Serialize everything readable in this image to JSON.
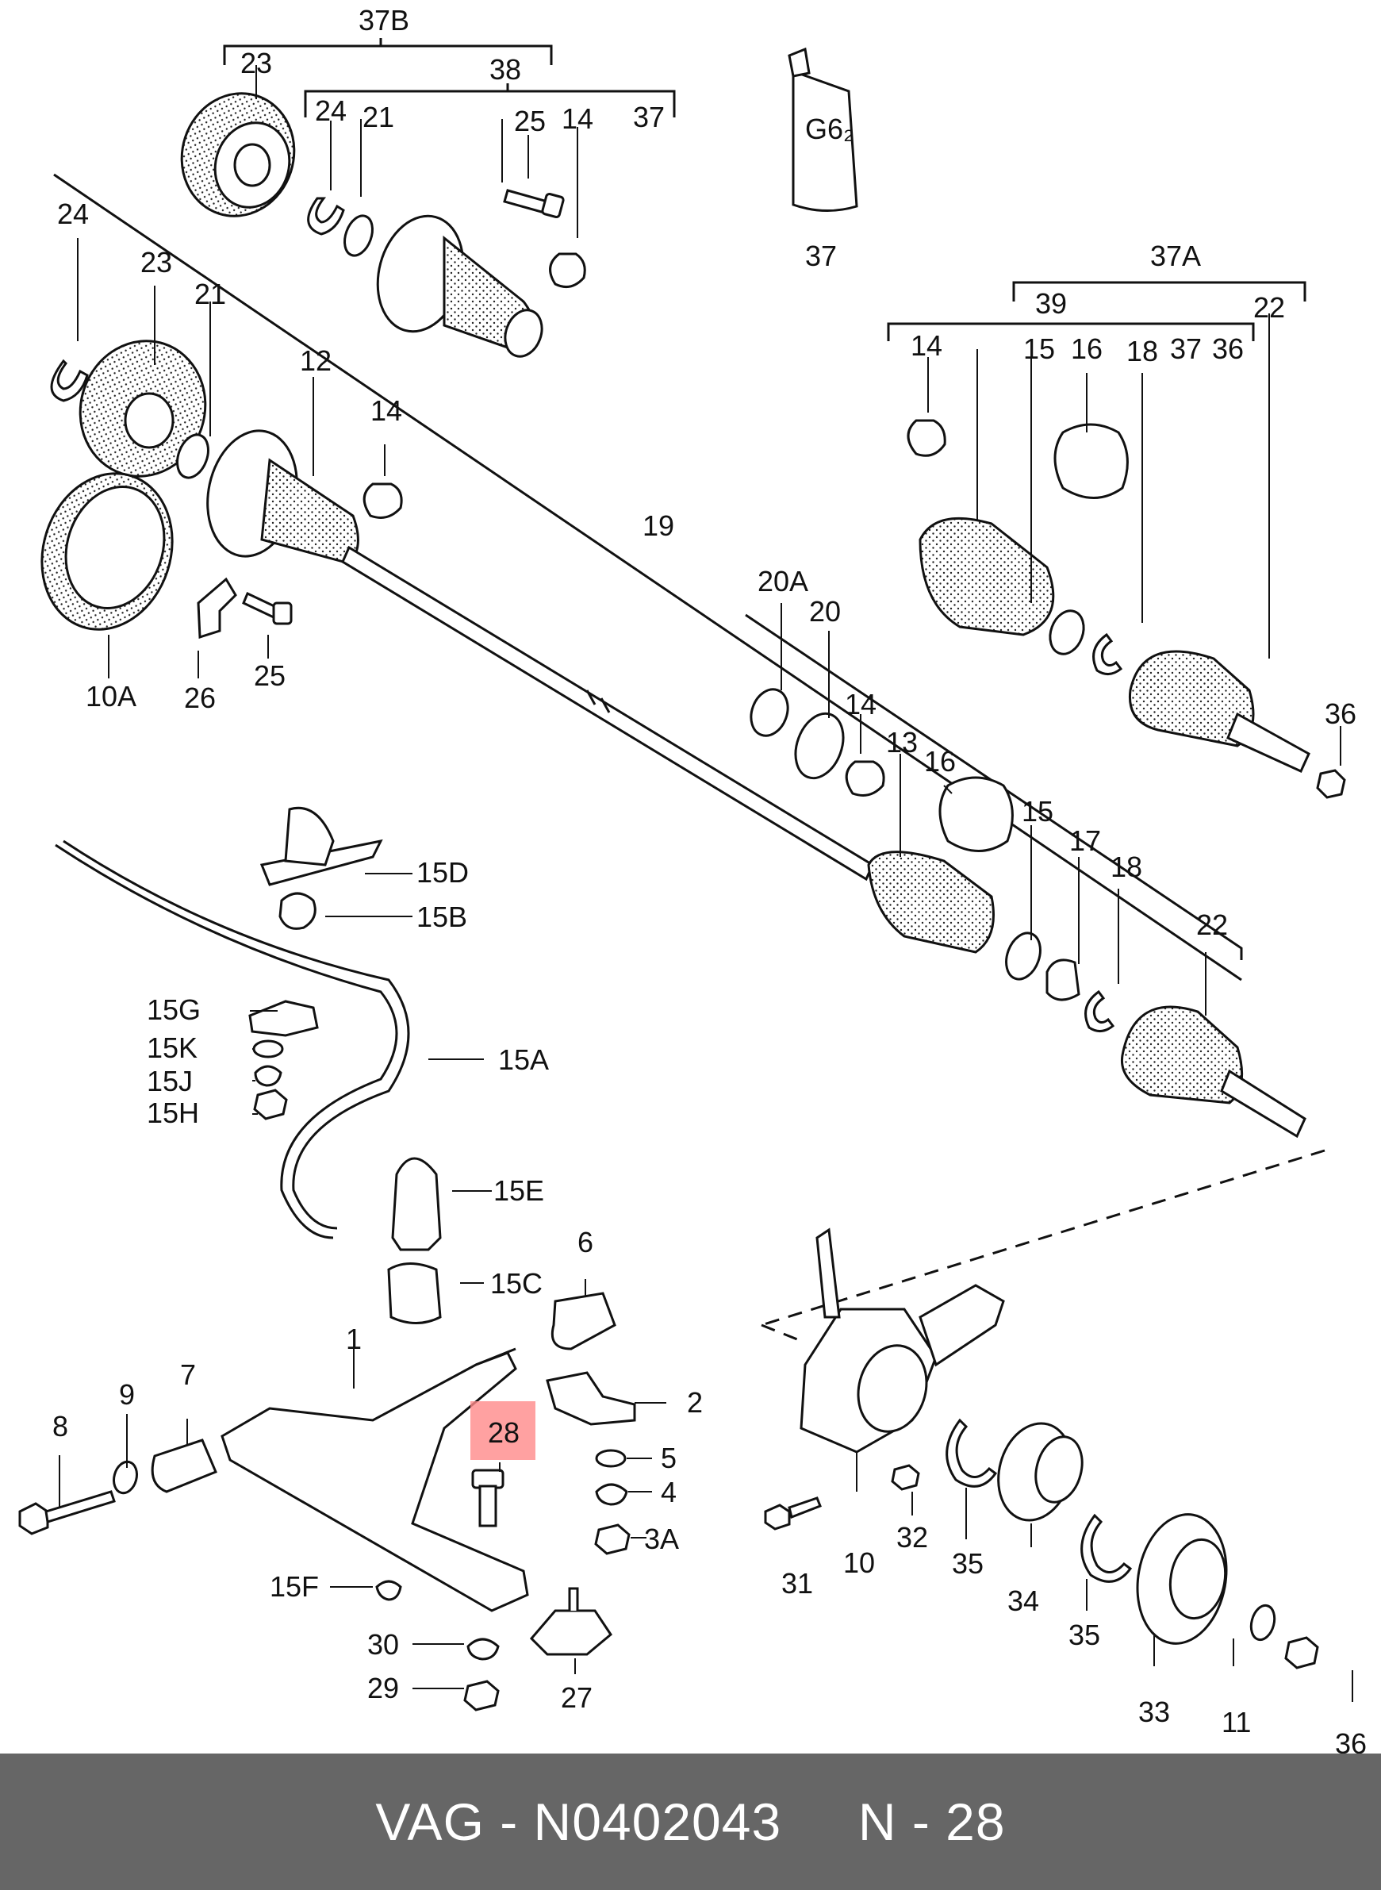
{
  "diagram": {
    "labels": {
      "l37b": "37B",
      "l38": "38",
      "l23a": "23",
      "l24a": "24",
      "l21a": "21",
      "l25a": "25",
      "l14a": "14",
      "l37a": "37",
      "l37tube": "37",
      "l24b": "24",
      "l23b": "23",
      "l21b": "21",
      "l12": "12",
      "l14b": "14",
      "l10a": "10A",
      "l26": "26",
      "l25b": "25",
      "l19": "19",
      "l37A": "37A",
      "l39": "39",
      "l22a": "22",
      "l14c": "14",
      "l15a": "15",
      "l16a": "16",
      "l18a": "18",
      "l37c": "37",
      "l36a": "36",
      "l36b": "36",
      "l20A": "20A",
      "l20": "20",
      "l14d": "14",
      "l13": "13",
      "l16b": "16",
      "l15b": "15",
      "l17": "17",
      "l18b": "18",
      "l22b": "22",
      "l15D": "15D",
      "l15B": "15B",
      "l15G": "15G",
      "l15K": "15K",
      "l15J": "15J",
      "l15H": "15H",
      "l15A": "15A",
      "l15E": "15E",
      "l15C": "15C",
      "l6": "6",
      "l1": "1",
      "l2": "2",
      "l7": "7",
      "l9": "9",
      "l8": "8",
      "l5": "5",
      "l4": "4",
      "l3A": "3A",
      "l28": "28",
      "l15F": "15F",
      "l30": "30",
      "l29": "29",
      "l27": "27",
      "l31": "31",
      "l10": "10",
      "l32": "32",
      "l35a": "35",
      "l34": "34",
      "l35b": "35",
      "l33": "33",
      "l11": "11",
      "l36c": "36"
    },
    "tube_text": "G6₂",
    "highlight_color": "#ff8a8a"
  },
  "footer": {
    "text": "VAG - N0402043     N - 28"
  }
}
